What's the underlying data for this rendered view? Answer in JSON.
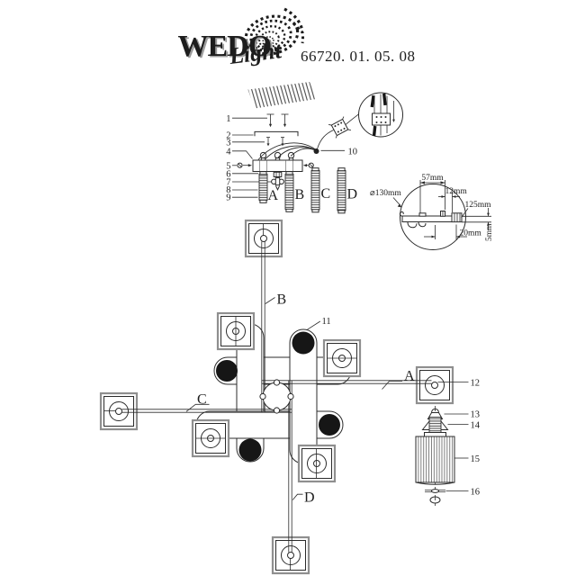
{
  "colors": {
    "ink": "#2b2b2b",
    "shade_fill": "#161616"
  },
  "logo": {
    "brand": "WEDO",
    "script": "Light",
    "model": "66720. 01. 05. 08"
  },
  "assembly": {
    "callouts": {
      "c1": "1",
      "c2": "2",
      "c3": "3",
      "c4": "4",
      "c5": "5",
      "c6": "6",
      "c7": "7",
      "c8": "8",
      "c9": "9",
      "c10": "10"
    },
    "rods": {
      "a": "A",
      "b": "B",
      "c": "C",
      "d": "D"
    }
  },
  "canopy": {
    "diameter": "⌀130mm",
    "hook_spacing": "57mm",
    "slot": "12mm",
    "plate_width": "125mm",
    "slot_spacing": "20mm",
    "thickness": "5mm"
  },
  "plan": {
    "arms": {
      "a": "A",
      "b": "B",
      "c": "C",
      "d": "D"
    },
    "shade_callout": "11",
    "head_callout": "12"
  },
  "parts": {
    "c13": "13",
    "c14": "14",
    "c15": "15",
    "c16": "16"
  }
}
